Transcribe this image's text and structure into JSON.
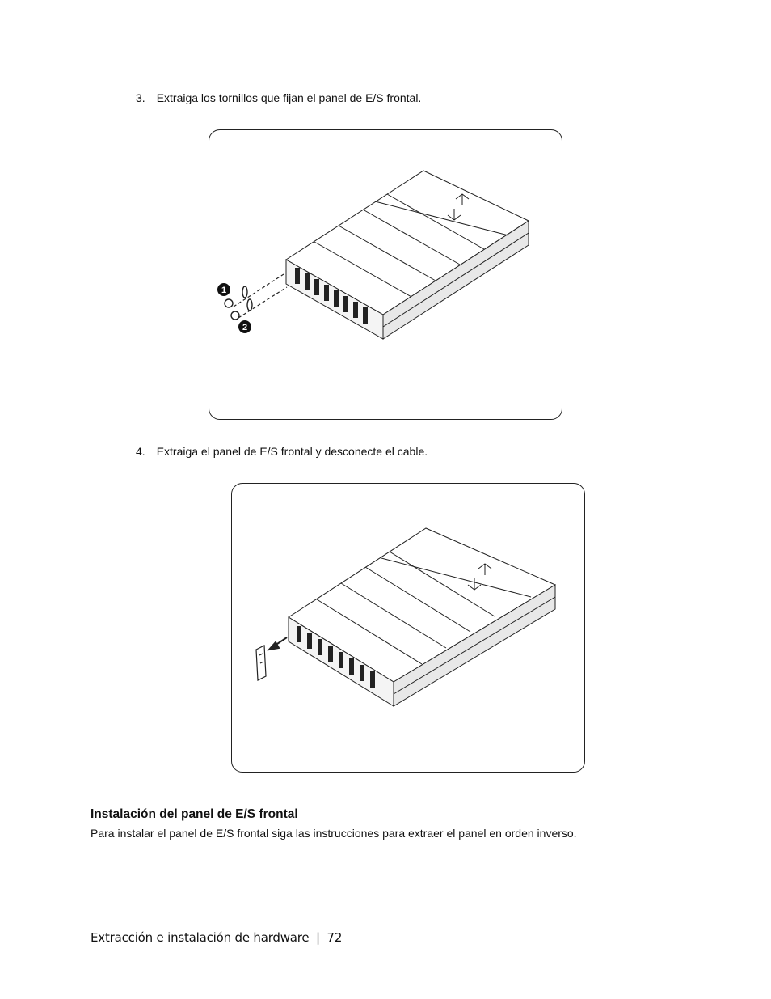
{
  "steps": [
    {
      "num": "3.",
      "text": "Extraiga los tornillos que fijan el panel de E/S frontal."
    },
    {
      "num": "4.",
      "text": "Extraiga el panel de E/S frontal y desconecte el cable."
    }
  ],
  "figure1": {
    "callouts": [
      "1",
      "2"
    ]
  },
  "section": {
    "heading": "Instalación del panel de E/S frontal",
    "body": "Para instalar el panel de E/S frontal siga las instrucciones para extraer el panel en orden inverso."
  },
  "footer": {
    "text": "Extracción e instalación de hardware",
    "separator": "|",
    "page": "72"
  }
}
